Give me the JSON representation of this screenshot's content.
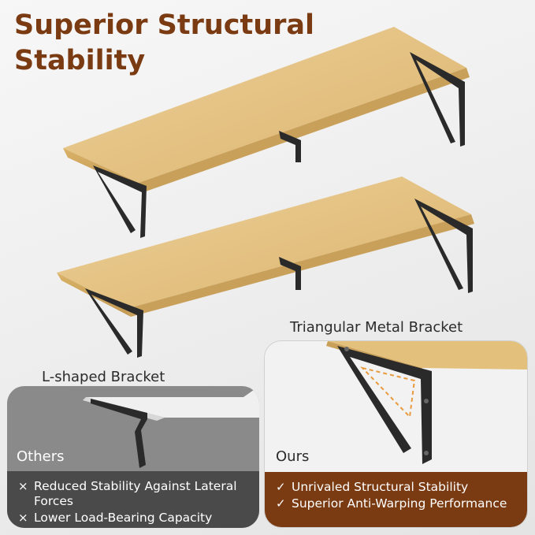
{
  "header": {
    "title": "Superior Structural Stability"
  },
  "labels": {
    "triangular": "Triangular Metal Bracket",
    "l_shaped": "L-shaped Bracket"
  },
  "others": {
    "name": "Others",
    "mark": "×",
    "items": [
      "Reduced Stability Against Lateral Forces",
      "Lower Load-Bearing Capacity"
    ]
  },
  "ours": {
    "name": "Ours",
    "mark": "✓",
    "items": [
      "Unrivaled Structural Stability",
      "Superior Anti-Warping Performance"
    ]
  },
  "colors": {
    "brand_brown": "#7a3a12",
    "wood": "#e3c17c",
    "metal": "#2a2a2a",
    "others_dark": "#4a4a4a",
    "others_light": "#8a8a8a",
    "highlight_dash": "#e89a3c"
  }
}
